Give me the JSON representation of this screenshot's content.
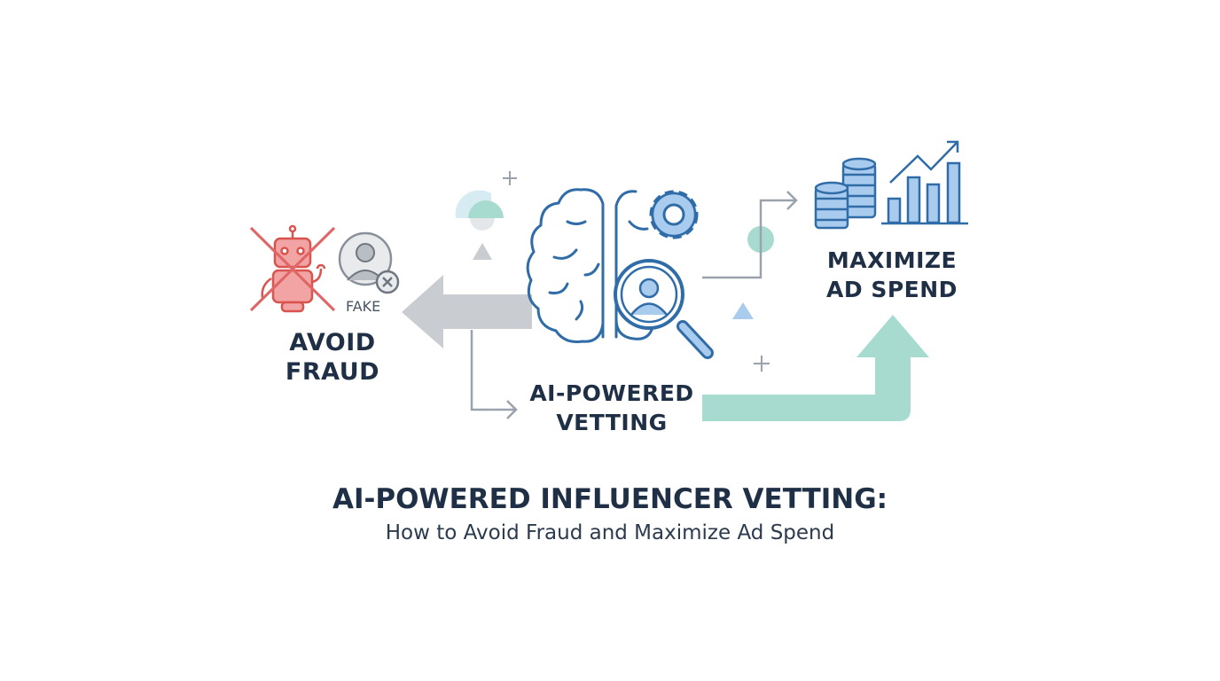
{
  "labels": {
    "avoid_fraud": [
      "AVOID",
      "FRAUD"
    ],
    "ai_vetting": [
      "AI-POWERED",
      "VETTING"
    ],
    "maximize": [
      "MAXIMIZE",
      "AD SPEND"
    ],
    "fake": "FAKE"
  },
  "title": "AI-POWERED INFLUENCER VETTING:",
  "subtitle": "How to Avoid Fraud and Maximize Ad Spend",
  "colors": {
    "dark_text": "#1f2f45",
    "blue_stroke": "#2f6ca8",
    "blue_fill": "#a9cbee",
    "red": "#e06666",
    "teal": "#a8dbd0",
    "gray": "#c9cdd1"
  }
}
